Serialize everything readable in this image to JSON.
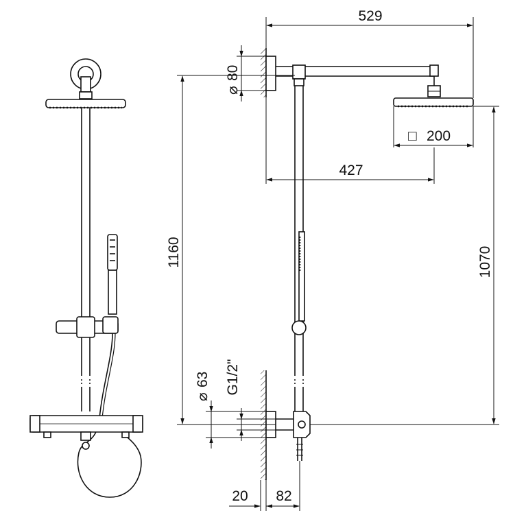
{
  "drawing": {
    "dimensions": {
      "overall_width": "529",
      "wall_flange_dia": "80",
      "overall_height": "1160",
      "head_size": "200",
      "head_projection": "427",
      "head_height": "1070",
      "mixer_flange_dia": "63",
      "inlet_thread": "G1/2\"",
      "wall_offset": "20",
      "inlet_depth": "82"
    },
    "symbols": {
      "diameter": "⌀",
      "square": "□"
    }
  }
}
